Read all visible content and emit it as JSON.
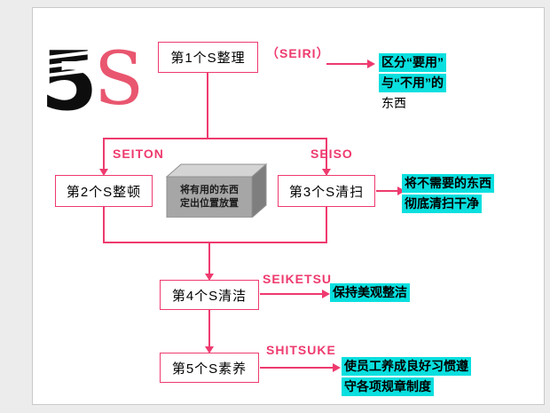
{
  "colors": {
    "accent_pink": "#ee3a6e",
    "highlight_cyan": "#0adfdf",
    "cube_gray": "#a6a6a6"
  },
  "logo": {
    "five": "5",
    "s": "S"
  },
  "boxes": {
    "s1": "第1个S整理",
    "s2": "第2个S整顿",
    "s3": "第3个S清扫",
    "s4": "第4个S清洁",
    "s5": "第5个S素养"
  },
  "labels": {
    "seiri": "（SEIRI）",
    "seiton": "SEITON",
    "seiso": "SEISO",
    "seiketsu": "SEIKETSU",
    "shitsuke": "SHITSUKE"
  },
  "cube": {
    "line1": "将有用的东西",
    "line2": "定出位置放置"
  },
  "notes": {
    "s1": {
      "line1": "区分“要用”",
      "line2": "与“不用”的",
      "line3": "东西"
    },
    "s3": {
      "line1": "将不需要的东西",
      "line2": "彻底清扫干净"
    },
    "s4": {
      "line1": "保持美观整洁"
    },
    "s5": {
      "line1": "使员工养成良好习惯遵",
      "line2": "守各项规章制度"
    }
  }
}
